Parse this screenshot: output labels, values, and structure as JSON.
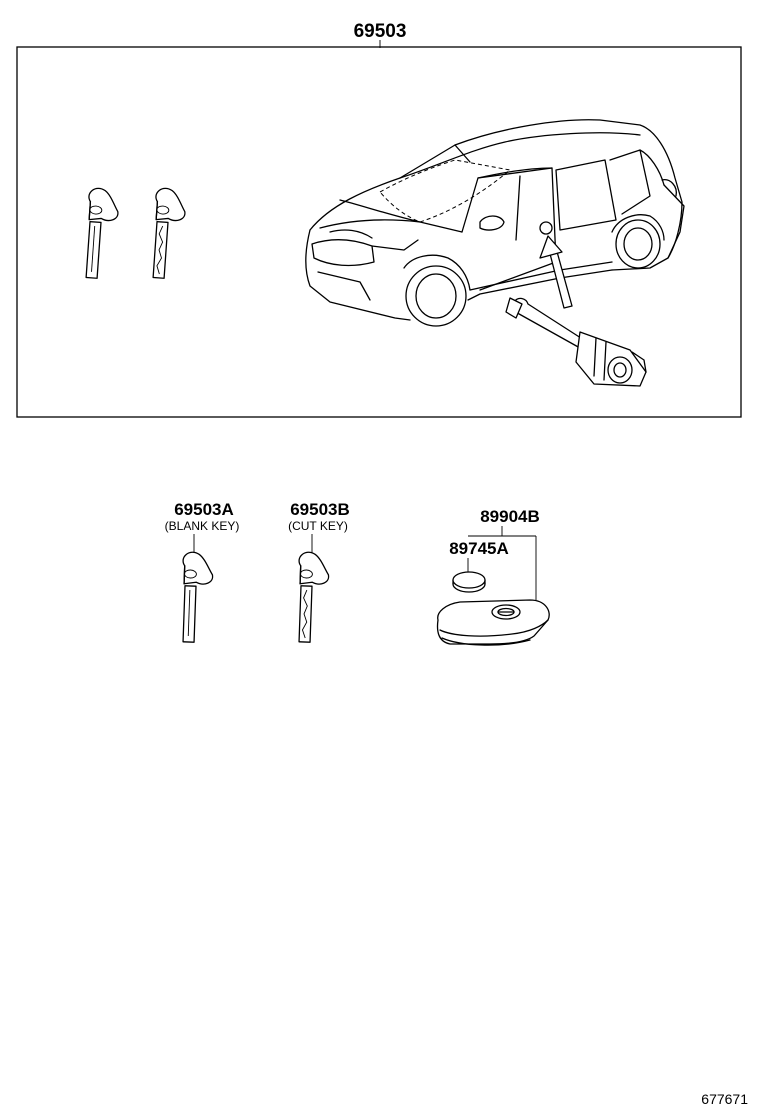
{
  "labels": {
    "assembly": "69503",
    "blank_key_part": "69503A",
    "blank_key_desc": "(BLANK KEY)",
    "cut_key_part": "69503B",
    "cut_key_desc": "(CUT KEY)",
    "transmitter": "89904B",
    "battery": "89745A"
  },
  "figure_id": "677671",
  "icons": {
    "key": "key-icon",
    "car": "car-icon",
    "lock_cylinder": "lock-cylinder-icon",
    "battery": "battery-icon",
    "remote": "remote-key-icon"
  }
}
